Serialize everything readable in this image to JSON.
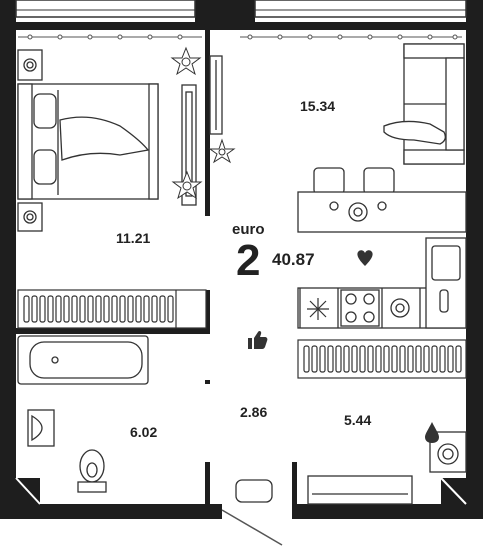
{
  "plan": {
    "type_label": "euro",
    "room_count": "2",
    "total_area": "40.87",
    "rooms": [
      {
        "name": "bedroom",
        "area": "11.21"
      },
      {
        "name": "living-room",
        "area": "15.34"
      },
      {
        "name": "bathroom",
        "area": "6.02"
      },
      {
        "name": "hallway",
        "area": "2.86"
      },
      {
        "name": "kitchen",
        "area": "5.44"
      }
    ]
  },
  "colors": {
    "wall": "#1e1e1e",
    "line": "#333333",
    "background": "#ffffff",
    "accent": "#333333"
  },
  "icons": [
    "heart-icon",
    "thumbs-up-icon",
    "water-drop-icon",
    "snowflake-icon",
    "plant-icon"
  ]
}
